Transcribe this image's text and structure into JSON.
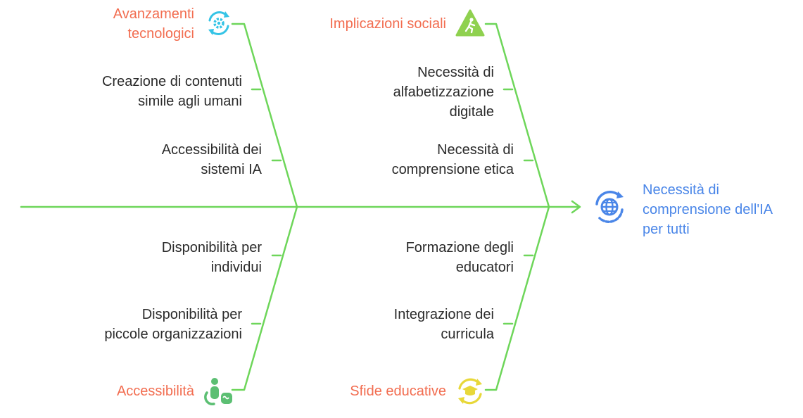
{
  "outcome": {
    "text": "Necessità di\ncomprensione dell'IA\nper tutti",
    "icon": "globe-icon"
  },
  "colors": {
    "bone": "#6ed65a",
    "category": "#f26d50",
    "outcome": "#4a86e8",
    "text": "#2b2b2b"
  },
  "categories": {
    "tech": {
      "label": "Avanzamenti\ntecnologici",
      "icon": "gear-cycle-icon",
      "causes": [
        "Creazione di contenuti\nsimile agli umani",
        "Accessibilità dei\nsistemi IA"
      ]
    },
    "social": {
      "label": "Implicazioni sociali",
      "icon": "warning-person-icon",
      "causes": [
        "Necessità di\nalfabetizzazione\ndigitale",
        "Necessità di\ncomprensione etica"
      ]
    },
    "access": {
      "label": "Accessibilità",
      "icon": "accessibility-icon",
      "causes": [
        "Disponibilità per\nindividui",
        "Disponibilità per\npiccole organizzazioni"
      ]
    },
    "edu": {
      "label": "Sfide educative",
      "icon": "graduation-cycle-icon",
      "causes": [
        "Formazione degli\neducatori",
        "Integrazione dei\ncurricula"
      ]
    }
  }
}
